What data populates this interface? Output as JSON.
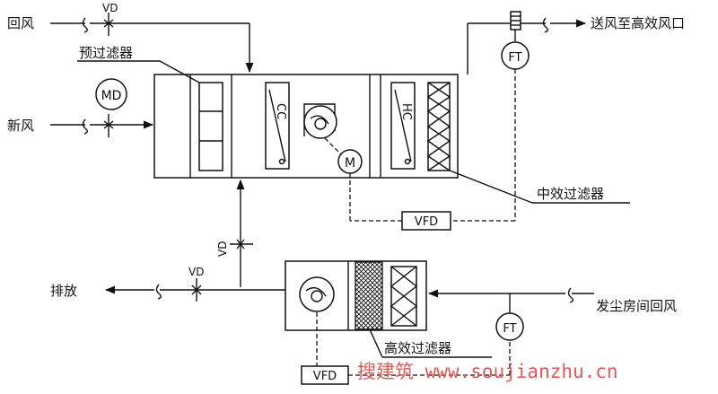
{
  "labels": {
    "return_air": "回风",
    "fresh_air": "新风",
    "pre_filter": "预过滤器",
    "supply_air": "送风至高效风口",
    "medium_filter": "中效过滤器",
    "exhaust": "排放",
    "room_return": "发尘房间回风",
    "hepa_filter": "高效过滤器",
    "vd_top": "VD",
    "vd_vertical": "VD",
    "vd_exhaust": "VD",
    "md": "MD",
    "ft_top": "FT",
    "ft_bottom": "FT",
    "m": "M",
    "vfd_top": "VFD",
    "vfd_bottom": "VFD",
    "cc": "CC",
    "hc": "HC"
  },
  "watermark": "搜建筑 www.soujianzhu.cn",
  "colors": {
    "line": "#111111",
    "watermark": "#e05a5a"
  }
}
